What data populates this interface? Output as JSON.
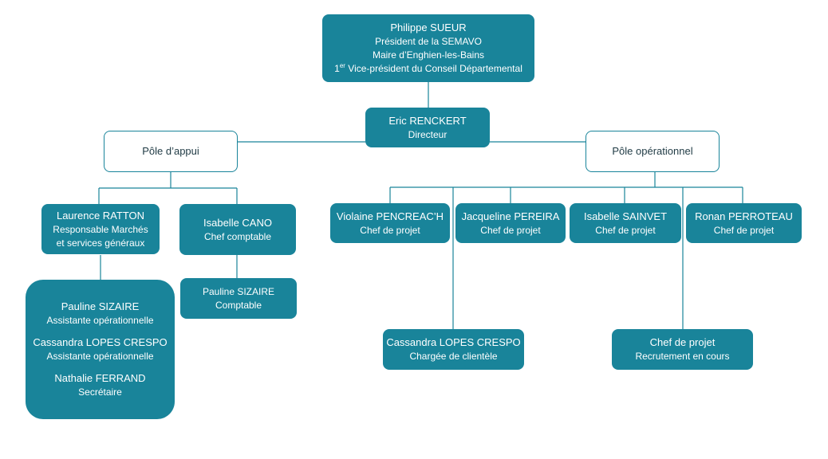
{
  "colors": {
    "box_fill": "#19849a",
    "box_text": "#ffffff",
    "outline_text": "#1f3a44",
    "line": "#19849a"
  },
  "president": {
    "name": "Philippe SUEUR",
    "line1": "Président de la SEMAVO",
    "line2": "Maire d’Enghien-les-Bains",
    "line3_number": "1",
    "line3_sup": "er",
    "line3_rest": " Vice-président du Conseil Départemental"
  },
  "director": {
    "name": "Eric RENCKERT",
    "title": "Directeur"
  },
  "poles": {
    "appui": "Pôle d’appui",
    "operationnel": "Pôle opérationnel"
  },
  "appui": {
    "ratton": {
      "name": "Laurence RATTON",
      "title1": "Responsable Marchés",
      "title2": "et services généraux"
    },
    "cano": {
      "name": "Isabelle CANO",
      "title": "Chef comptable"
    },
    "sizaire_comptable": {
      "name": "Pauline SIZAIRE",
      "title": "Comptable"
    },
    "team": [
      {
        "name": "Pauline SIZAIRE",
        "title": "Assistante opérationnelle"
      },
      {
        "name": "Cassandra LOPES CRESPO",
        "title": "Assistante opérationnelle"
      },
      {
        "name": "Nathalie FERRAND",
        "title": "Secrétaire"
      }
    ]
  },
  "operationnel": {
    "pencreach": {
      "name": "Violaine PENCREAC’H",
      "title": "Chef de projet"
    },
    "pereira": {
      "name": "Jacqueline PEREIRA",
      "title": "Chef de projet"
    },
    "sainvet": {
      "name": "Isabelle SAINVET",
      "title": "Chef de projet"
    },
    "perroteau": {
      "name": "Ronan PERROTEAU",
      "title": "Chef de projet"
    },
    "lopes": {
      "name": "Cassandra LOPES CRESPO",
      "title": "Chargée de clientèle"
    },
    "recrutement": {
      "name": "Chef de projet",
      "title": "Recrutement en cours"
    }
  }
}
